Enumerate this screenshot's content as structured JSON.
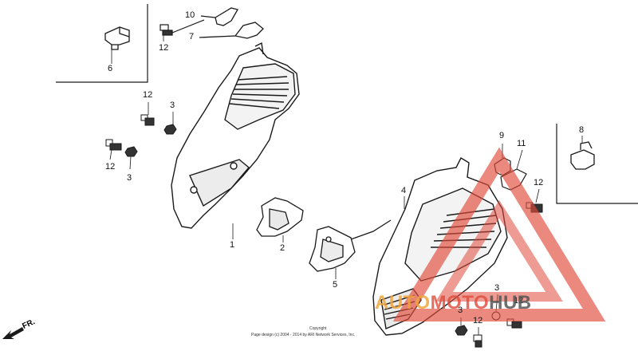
{
  "callouts": {
    "c10": "10",
    "c7": "7",
    "c12a": "12",
    "c6": "6",
    "c12b": "12",
    "c3a": "3",
    "c12c": "12",
    "c3b": "3",
    "c1": "1",
    "c2": "2",
    "c4": "4",
    "c5": "5",
    "c9": "9",
    "c11": "11",
    "c8": "8",
    "c12d": "12",
    "c3c": "3",
    "c12e": "12",
    "c3d": "3",
    "c12f": "12"
  },
  "direction_label": "FR.",
  "watermark": {
    "part1": "AUTO",
    "part2": "MOTO",
    "part3": "HUB"
  },
  "copyright": {
    "line1": "Copyright",
    "line2": "Page design (c) 2004 - 2014 by ARI Network Services, Inc."
  },
  "colors": {
    "line": "#1a1a1a",
    "watermark_red": "#e04a3a",
    "watermark_orange": "#f0a53a",
    "watermark_dark": "#555555"
  }
}
